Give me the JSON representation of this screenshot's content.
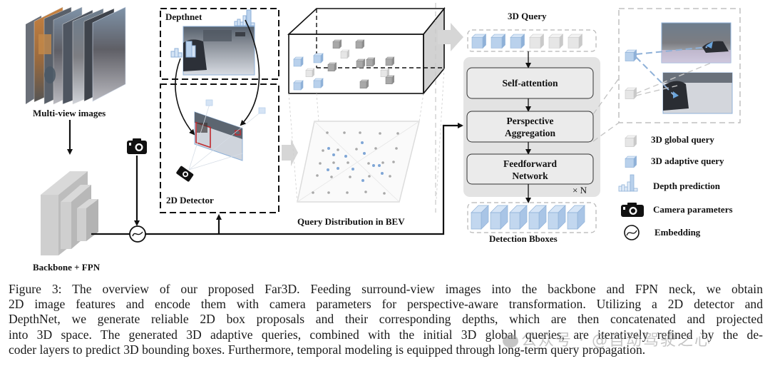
{
  "figure": {
    "labels": {
      "multi_view_images": "Multi-view images",
      "backbone_fpn": "Backbone + FPN",
      "depthnet": "Depthnet",
      "detector_2d": "2D Detector",
      "query_distribution": "Query Distribution in BEV",
      "query_3d": "3D Query",
      "self_attention": "Self-attention",
      "perspective_aggregation_line1": "Perspective",
      "perspective_aggregation_line2": "Aggregation",
      "feedforward_line1": "Feedforward",
      "feedforward_line2": "Network",
      "repeat": "× N",
      "detection_bboxes": "Detection Bboxes"
    },
    "legend": [
      {
        "icon": "global-query-cube-icon",
        "label": "3D global query"
      },
      {
        "icon": "adaptive-query-cube-icon",
        "label": "3D adaptive query"
      },
      {
        "icon": "depth-histogram-icon",
        "label": "Depth prediction"
      },
      {
        "icon": "camera-icon",
        "label": "Camera parameters"
      },
      {
        "icon": "embedding-icon",
        "label": "Embedding"
      }
    ],
    "colors": {
      "adaptive_query": "#b9d1ec",
      "adaptive_query_edge": "#8fb1d8",
      "global_query": "#e6e6e6",
      "global_query_dark": "#a8a8a8",
      "decoder_bg": "#e3e3e3",
      "decoder_block": "#ececec",
      "detection_red": "#c0282d",
      "dashed_gray": "#b5b5b5"
    },
    "query_3d_cubes": [
      "adaptive",
      "adaptive",
      "adaptive",
      "global",
      "global",
      "global"
    ],
    "detection_bbox_count": 6
  },
  "caption": {
    "lines": [
      "Figure 3: The overview of our proposed Far3D. Feeding surround-view images into the backbone and FPN neck, we obtain",
      "2D image features and encode them with camera parameters for perspective-aware transformation. Utilizing a 2D detector and",
      "DepthNet, we generate reliable 2D box proposals and their corresponding depths, which are then concatenated and projected",
      "into 3D space. The generated 3D adaptive queries, combined with the initial 3D global queries, are iteratively refined by the de-",
      "coder layers to predict 3D bounding boxes. Furthermore, temporal modeling is equipped through long-term query propagation."
    ]
  },
  "watermark": {
    "text": "公众号 · @自动驾驶之心"
  }
}
